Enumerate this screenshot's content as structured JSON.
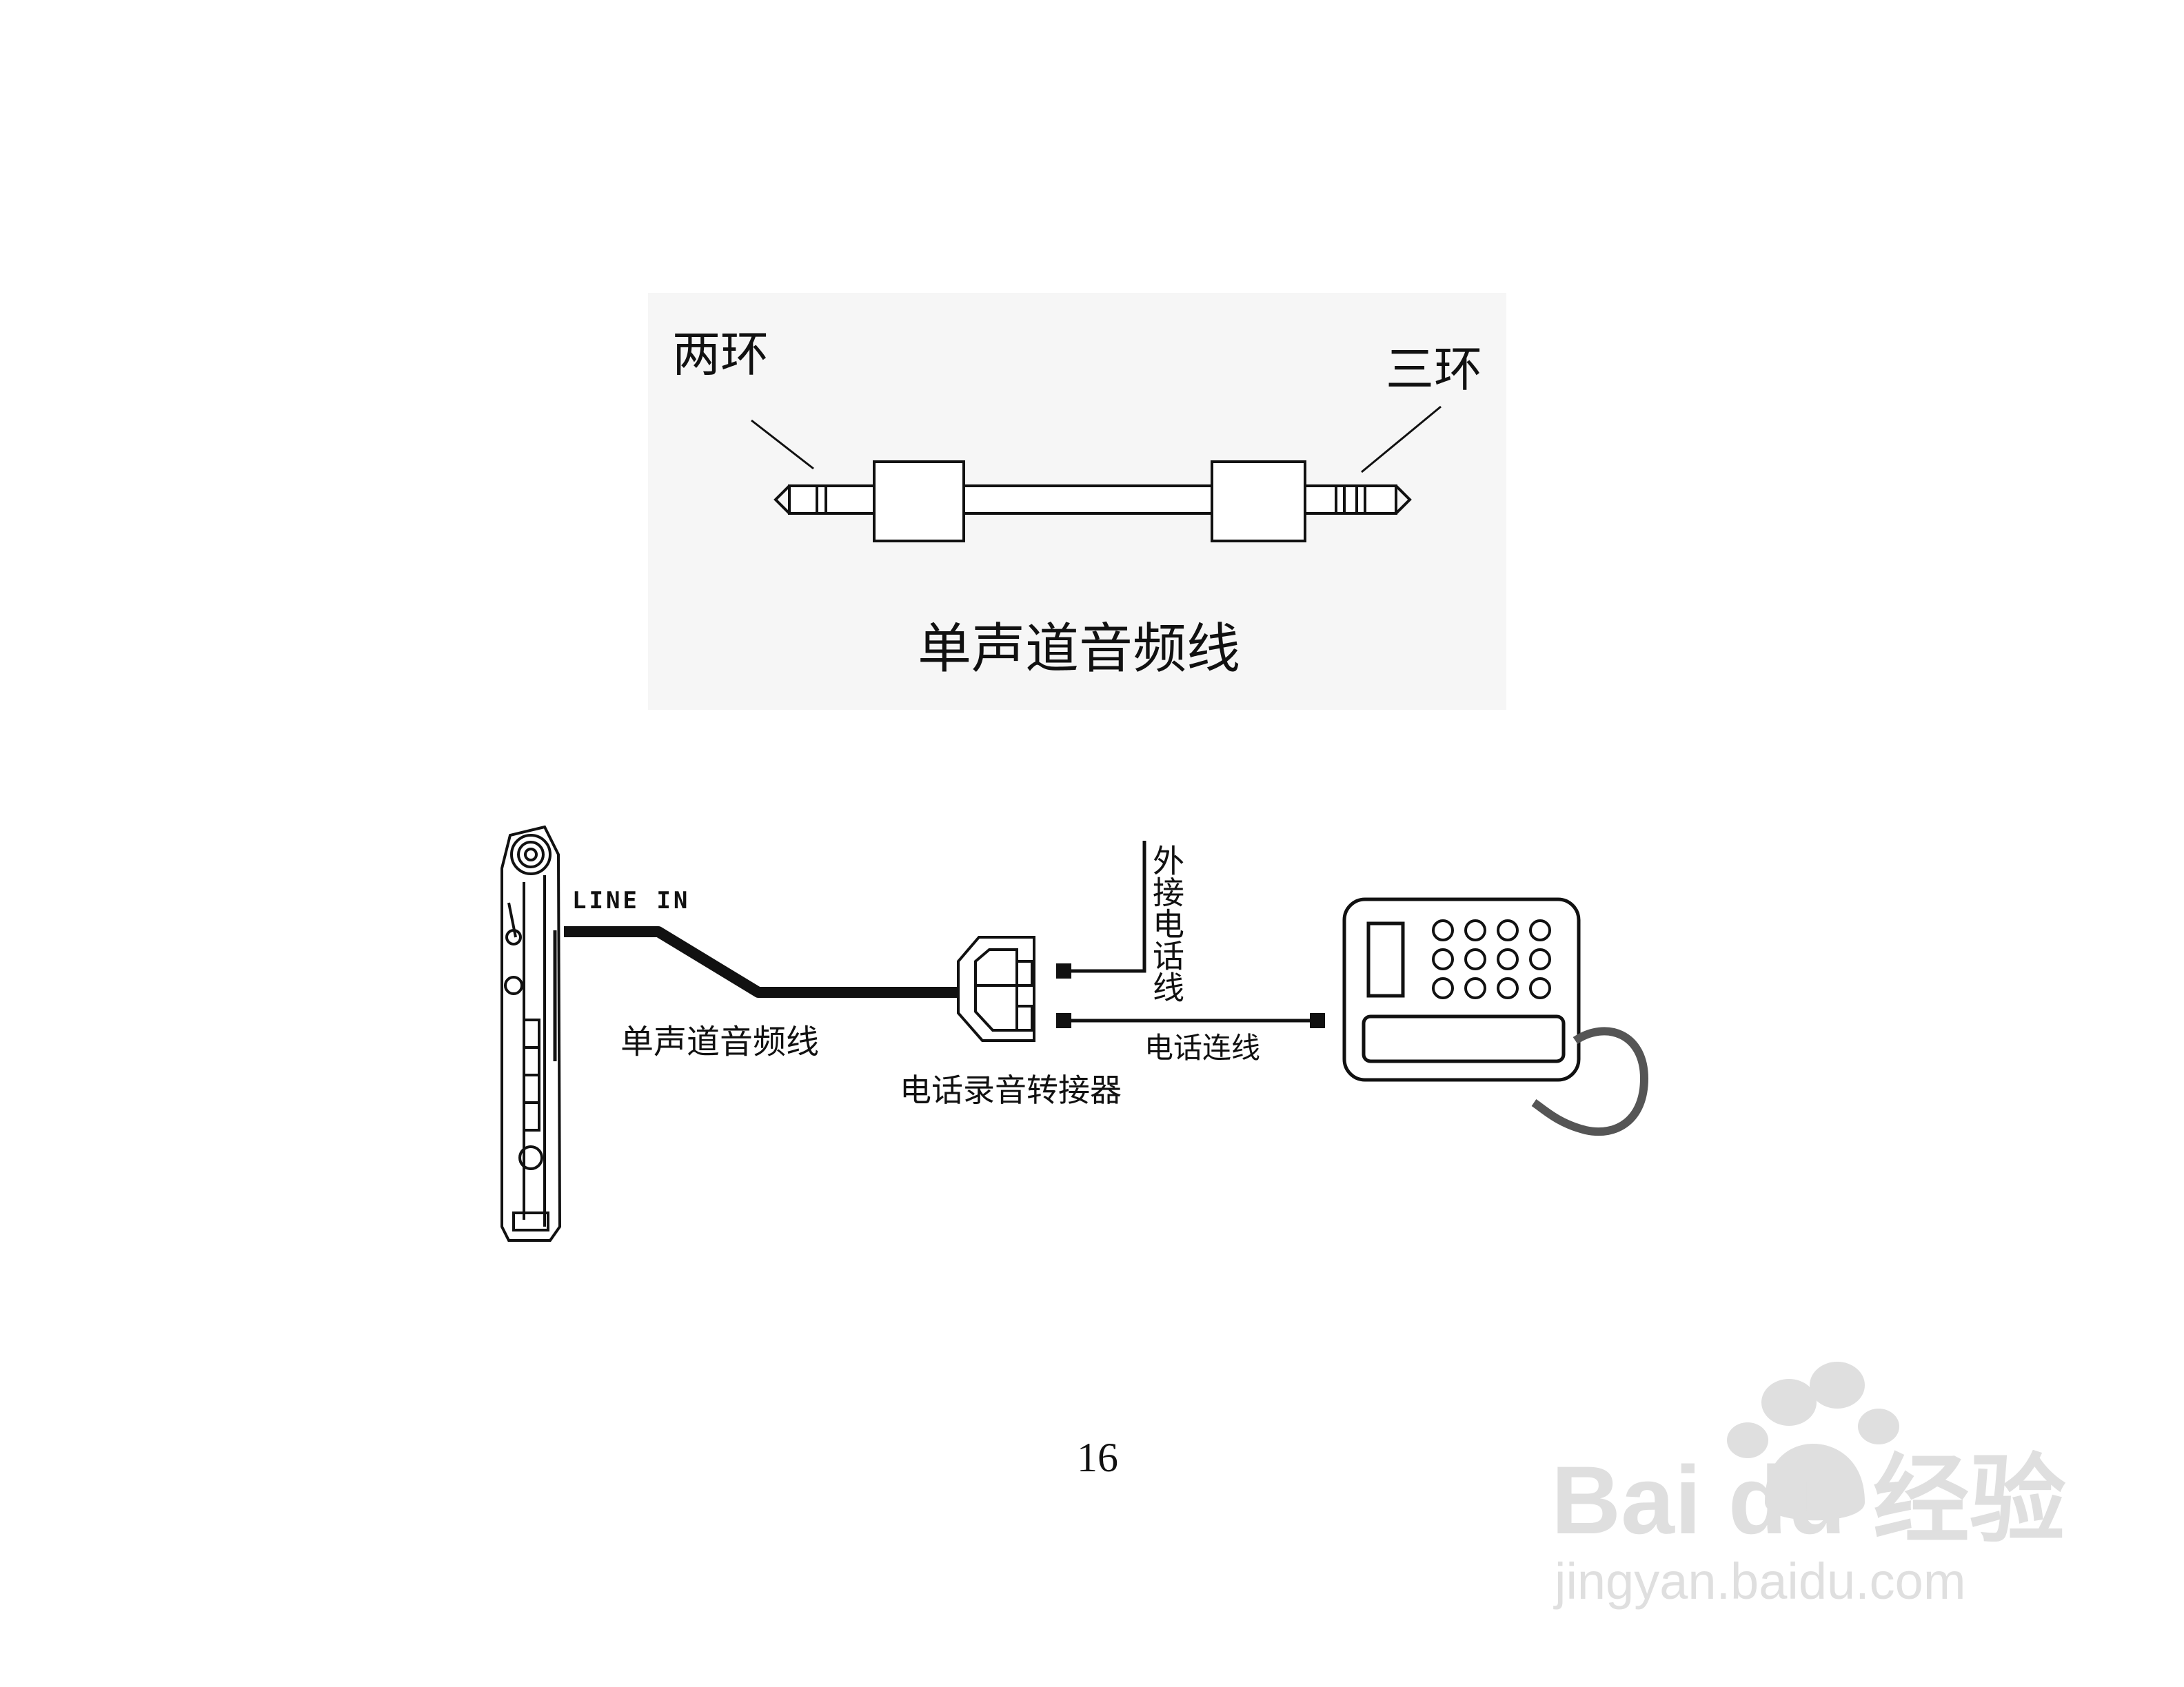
{
  "cable_diagram": {
    "left_plug_label": "两环",
    "right_plug_label": "三环",
    "cable_caption": "单声道音频线"
  },
  "connection_diagram": {
    "line_in_label": "LINE IN",
    "audio_cable_label": "单声道音频线",
    "adapter_label": "电话录音转接器",
    "external_line_label": "外接电话线",
    "phone_line_label": "电话连线"
  },
  "page_number": "16",
  "watermark": {
    "brand": "Bai du 经验",
    "url": "jingyan.baidu.com"
  },
  "colors": {
    "panel_bg": "#f6f6f6",
    "ink": "#111111",
    "watermark": "#dcdcdc"
  }
}
